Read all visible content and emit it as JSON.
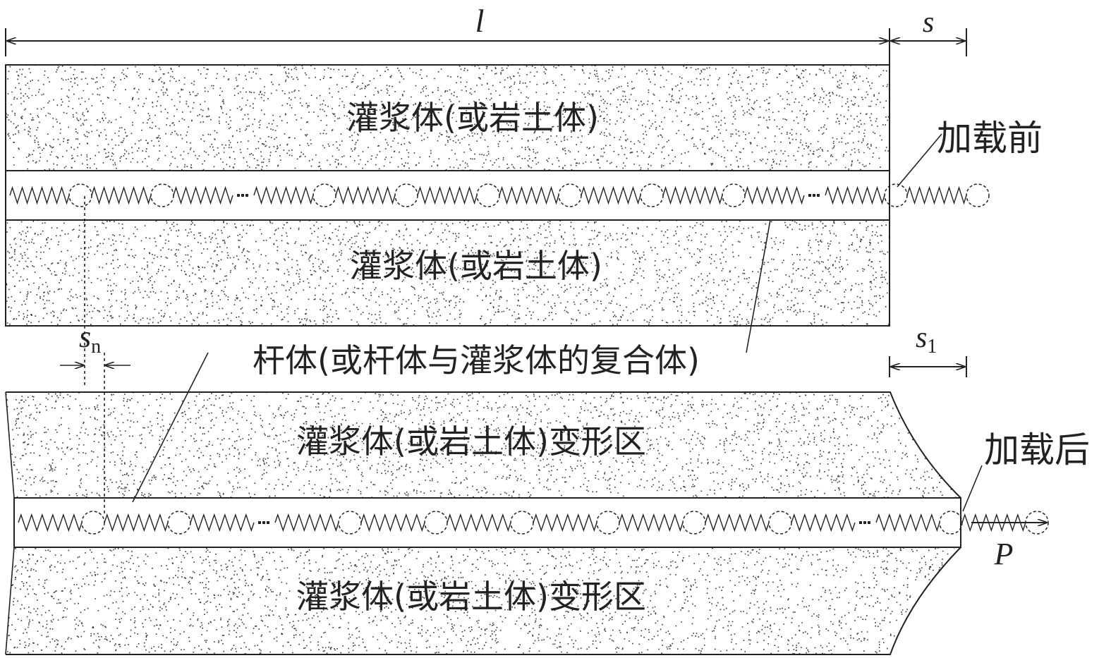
{
  "dimensions": {
    "total_length": "l",
    "initial_displacement": "s",
    "head_displacement": "s",
    "head_displacement_sub": "1",
    "element_displacement": "s",
    "element_displacement_sub": "n"
  },
  "labels": {
    "grout_before_top": "灌浆体(或岩土体)",
    "grout_before_bottom": "灌浆体(或岩土体)",
    "rod_body": "杆体(或杆体与灌浆体的复合体)",
    "grout_after_top": "灌浆体(或岩土体)变形区",
    "grout_after_bottom": "灌浆体(或岩土体)变形区",
    "before_loading": "加载前",
    "after_loading": "加载后",
    "load": "P"
  },
  "colors": {
    "stroke": "#222222",
    "background": "#ffffff"
  }
}
